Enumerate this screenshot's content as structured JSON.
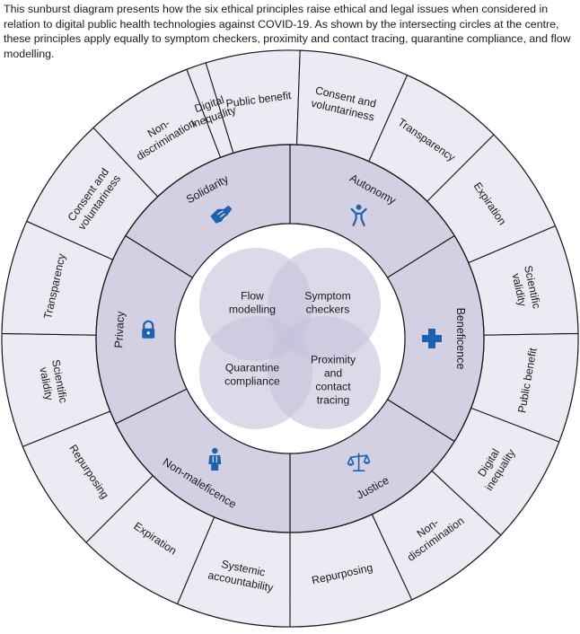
{
  "caption": "This sunburst diagram presents how the six ethical principles raise ethical and legal issues when considered in relation to digital public health technologies against COVID-19. As shown by the intersecting circles at the centre, these principles apply equally to symptom checkers, proximity and  contact tracing, quarantine compliance, and flow modelling.",
  "colors": {
    "outer_fill": "#ecebf4",
    "ring_fill": "#d4d0e3",
    "core_fill": "#ffffff",
    "petal_fill": "#c7c1dc",
    "stroke": "#1a1a1a",
    "icon": "#1d62ae"
  },
  "principles": [
    {
      "name": "Autonomy",
      "icon": "person-icon"
    },
    {
      "name": "Beneficence",
      "icon": "cross-icon"
    },
    {
      "name": "Justice",
      "icon": "scales-icon"
    },
    {
      "name": "Non-maleficence",
      "icon": "doctor-icon"
    },
    {
      "name": "Privacy",
      "icon": "lock-icon"
    },
    {
      "name": "Solidarity",
      "icon": "handshake-icon"
    }
  ],
  "issues": [
    [
      "Consent and",
      "voluntariness"
    ],
    [
      "Transparency"
    ],
    [
      "Expiration"
    ],
    [
      "Scientific",
      "validity"
    ],
    [
      "Public benefit"
    ],
    [
      "Digital",
      "inequality"
    ],
    [
      "Non-",
      "discrimination"
    ],
    [
      "Repurposing"
    ],
    [
      "Systemic",
      "accountability"
    ],
    [
      "Expiration"
    ],
    [
      "Repurposing"
    ],
    [
      "Scientific",
      "validity"
    ],
    [
      "Transparency"
    ],
    [
      "Consent and",
      "voluntariness"
    ],
    [
      "Non-",
      "discrimination"
    ],
    [
      "Digital",
      "inequality"
    ],
    [
      "Public benefit"
    ]
  ],
  "technologies": [
    [
      "Flow",
      "modelling"
    ],
    [
      "Symptom",
      "checkers"
    ],
    [
      "Quarantine",
      "compliance"
    ],
    [
      "Proximity",
      "and",
      "contact",
      "tracing"
    ]
  ]
}
